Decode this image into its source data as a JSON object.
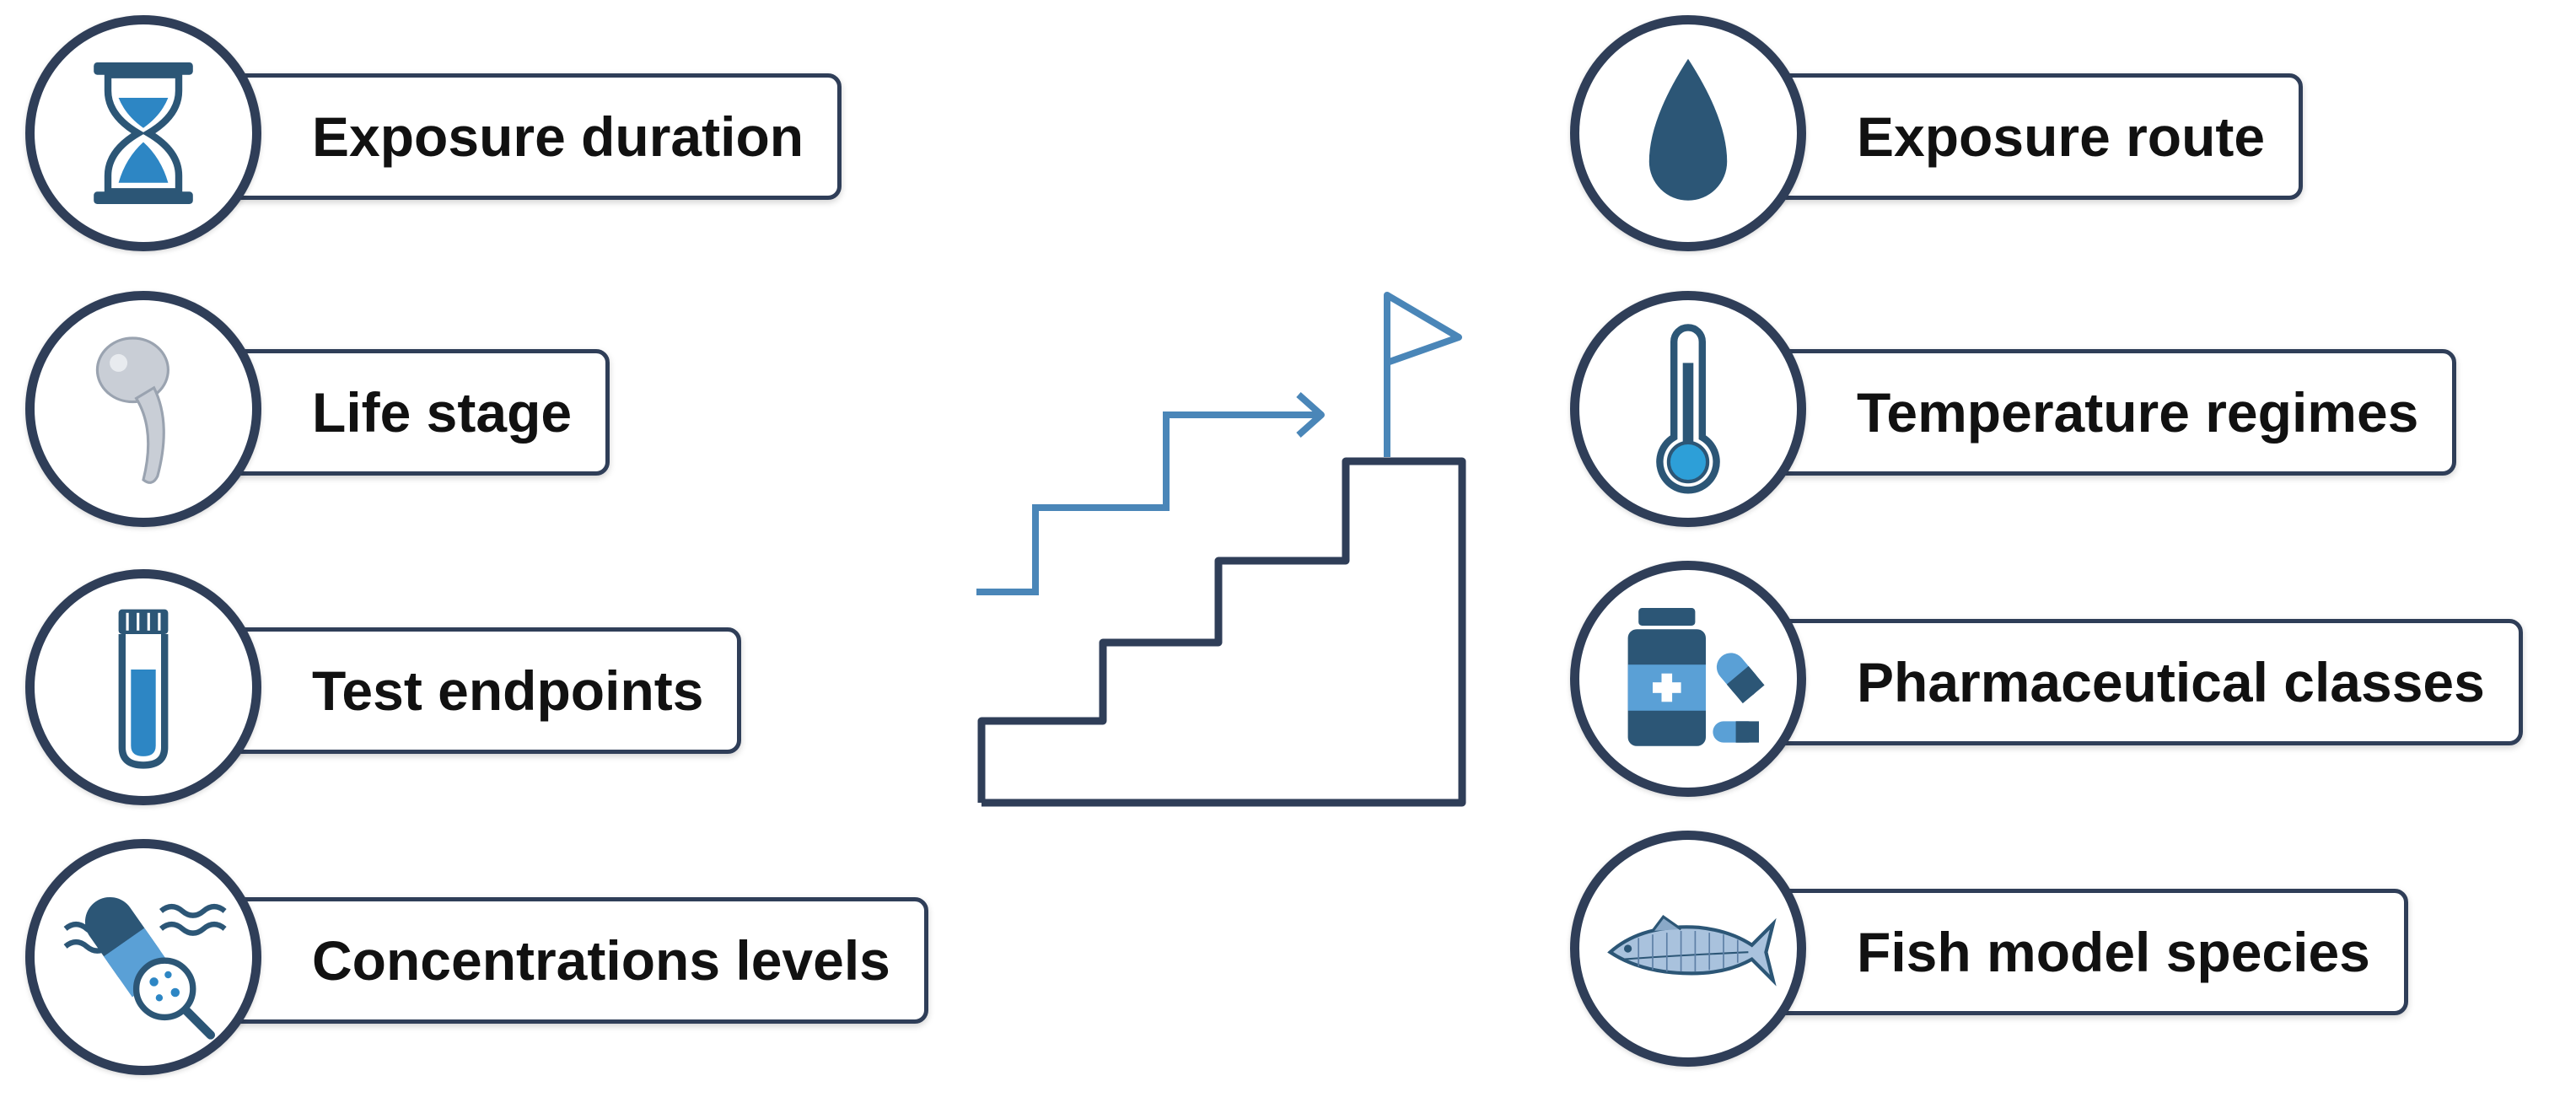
{
  "left_items": [
    {
      "label": "Exposure duration",
      "icon": "hourglass-icon"
    },
    {
      "label": "Life stage",
      "icon": "embryo-icon"
    },
    {
      "label": "Test endpoints",
      "icon": "test-tube-icon"
    },
    {
      "label": "Concentrations levels",
      "icon": "concentration-icon"
    }
  ],
  "right_items": [
    {
      "label": "Exposure route",
      "icon": "water-drop-icon"
    },
    {
      "label": "Temperature regimes",
      "icon": "thermometer-icon"
    },
    {
      "label": "Pharmaceutical classes",
      "icon": "medicine-bottle-icon"
    },
    {
      "label": "Fish model species",
      "icon": "fish-icon"
    }
  ],
  "colors": {
    "outline": "#2f3e58",
    "accent_blue": "#2d86c4",
    "dark_blue": "#2c5676",
    "stair_light": "#4a86b8"
  },
  "center_icon": "stairs-with-flag-icon"
}
